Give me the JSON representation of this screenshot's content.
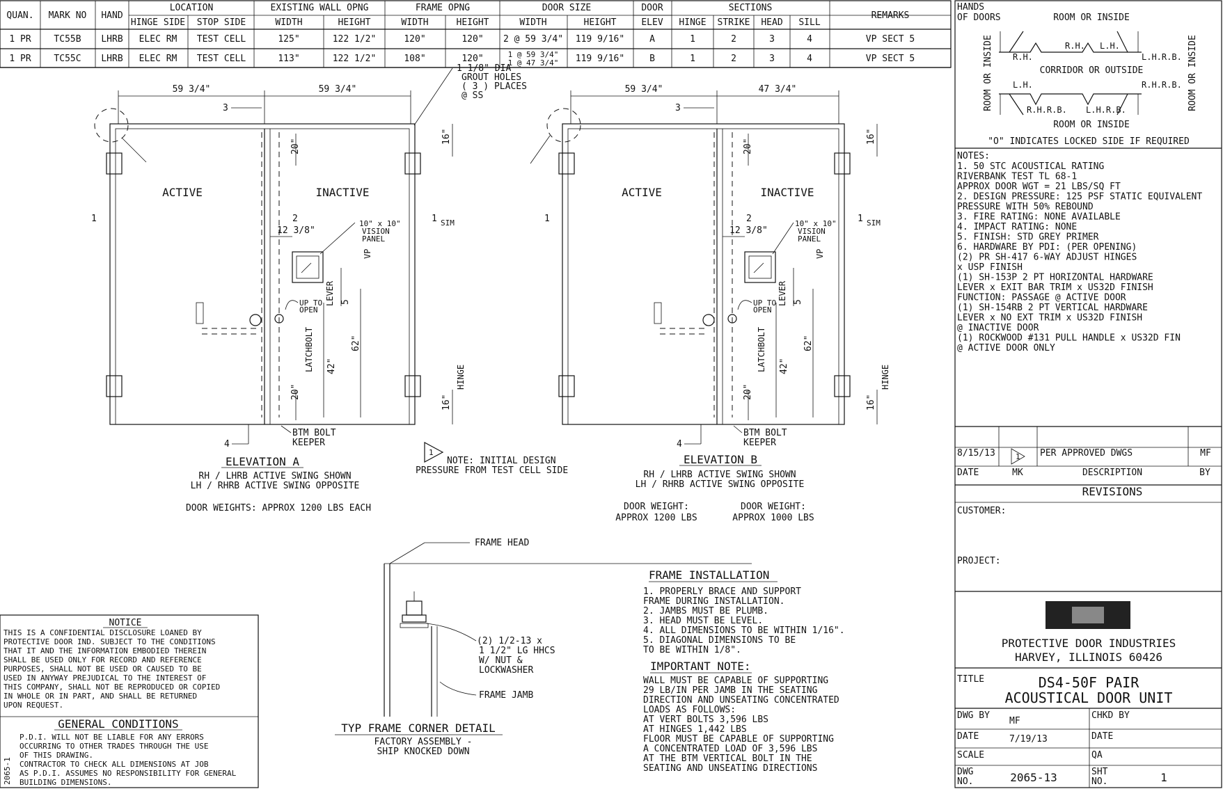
{
  "schedule": {
    "headers_top": [
      "QUAN.",
      "MARK NO",
      "HAND",
      "LOCATION",
      "EXISTING WALL OPNG",
      "FRAME OPNG",
      "DOOR SIZE",
      "DOOR",
      "SECTIONS",
      "REMARKS"
    ],
    "headers_sub": [
      "HINGE SIDE",
      "STOP SIDE",
      "WIDTH",
      "HEIGHT",
      "WIDTH",
      "HEIGHT",
      "WIDTH",
      "HEIGHT",
      "ELEV",
      "HINGE",
      "STRIKE",
      "HEAD",
      "SILL"
    ],
    "rows": [
      {
        "quan": "1 PR",
        "mark": "TC55B",
        "hand": "LHRB",
        "hinge_side": "ELEC RM",
        "stop_side": "TEST CELL",
        "wall_w": "125\"",
        "wall_h": "122 1/2\"",
        "frame_w": "120\"",
        "frame_h": "120\"",
        "door_w": "2 @ 59 3/4\"",
        "door_w2": "",
        "door_h": "119 9/16\"",
        "elev": "A",
        "hinge": "1",
        "strike": "2",
        "head": "3",
        "sill": "4",
        "remarks": "VP SECT 5"
      },
      {
        "quan": "1 PR",
        "mark": "TC55C",
        "hand": "LHRB",
        "hinge_side": "ELEC RM",
        "stop_side": "TEST CELL",
        "wall_w": "113\"",
        "wall_h": "122 1/2\"",
        "frame_w": "108\"",
        "frame_h": "120\"",
        "door_w": "1 @ 59 3/4\"",
        "door_w2": "1 @ 47 3/4\"",
        "door_h": "119 9/16\"",
        "elev": "B",
        "hinge": "1",
        "strike": "2",
        "head": "3",
        "sill": "4",
        "remarks": "VP SECT 5"
      }
    ]
  },
  "hands": {
    "title1": "HANDS",
    "title2": "OF DOORS",
    "top": "ROOM OR INSIDE",
    "bottom": "ROOM OR INSIDE",
    "side": "ROOM OR INSIDE",
    "corridor": "CORRIDOR OR OUTSIDE",
    "rh": "R.H.",
    "lh": "L.H.",
    "lhrb": "L.H.R.B.",
    "rhrb": "R.H.R.B.",
    "note": "\"O\" INDICATES LOCKED SIDE IF REQUIRED"
  },
  "notes": {
    "label": "NOTES:",
    "lines": [
      "1. 50 STC ACOUSTICAL RATING",
      "   RIVERBANK TEST TL 68-1",
      "   APPROX DOOR WGT = 21 LBS/SQ FT",
      "2. DESIGN PRESSURE: 125 PSF STATIC EQUIVALENT",
      "   PRESSURE WITH 50% REBOUND",
      "3. FIRE RATING: NONE AVAILABLE",
      "4. IMPACT RATING: NONE",
      "5. FINISH: STD GREY PRIMER",
      "6. HARDWARE BY PDI: (PER OPENING)",
      "  (2) PR SH-417 6-WAY ADJUST HINGES",
      "      x USP FINISH",
      "  (1) SH-153P  2 PT HORIZONTAL HARDWARE",
      "      LEVER x EXIT BAR TRIM x US32D FINISH",
      "      FUNCTION: PASSAGE @ ACTIVE DOOR",
      "  (1) SH-154RB  2 PT VERTICAL HARDWARE",
      "      LEVER x NO EXT TRIM x US32D FINISH",
      "      @ INACTIVE DOOR",
      "  (1) ROCKWOOD #131 PULL HANDLE x US32D FIN",
      "      @ ACTIVE DOOR ONLY"
    ]
  },
  "revisions": {
    "date": "8/15/13",
    "mk": "1",
    "desc": "PER APPROVED DWGS",
    "by": "MF",
    "h_date": "DATE",
    "h_mk": "MK",
    "h_desc": "DESCRIPTION",
    "h_by": "BY",
    "title": "REVISIONS"
  },
  "title_block": {
    "customer": "CUSTOMER:",
    "project": "PROJECT:",
    "company": "PROTECTIVE DOOR INDUSTRIES",
    "city": "HARVEY, ILLINOIS  60426",
    "title_label": "TITLE",
    "title1": "DS4-50F PAIR",
    "title2": "ACOUSTICAL DOOR UNIT",
    "dwg_by_label": "DWG BY",
    "dwg_by": "MF",
    "chkd_by_label": "CHKD BY",
    "date_label": "DATE",
    "date": "7/19/13",
    "date2_label": "DATE",
    "scale_label": "SCALE",
    "qa_label": "QA",
    "dwg_no_label1": "DWG",
    "dwg_no_label2": "NO.",
    "dwg_no": "2065-13",
    "sht_label1": "SHT",
    "sht_label2": "NO.",
    "sht": "1"
  },
  "elev_a": {
    "dim_left": "59 3/4\"",
    "dim_right": "59 3/4\"",
    "active": "ACTIVE",
    "inactive": "INACTIVE",
    "grout1": "1 1/8\" DIA",
    "grout2": "GROUT HOLES",
    "grout3": "( 3 ) PLACES",
    "grout4": "@ SS",
    "vision1": "10\" x 10\"",
    "vision2": "VISION",
    "vision3": "PANEL",
    "d1238": "12 3/8\"",
    "up1": "UP TO",
    "up2": "OPEN",
    "lever": "LEVER",
    "latch": "LATCHBOLT",
    "vp": "VP",
    "d20a": "20\"",
    "d20b": "20\"",
    "d16a": "16\"",
    "d16b": "16\"",
    "d42": "42\"",
    "d62": "62\"",
    "d5": "5",
    "hinge": "HINGE",
    "btm1": "BTM BOLT",
    "btm2": "KEEPER",
    "n1": "1",
    "n1s": "1",
    "sim": "SIM",
    "n2": "2",
    "n3": "3",
    "n4": "4",
    "title": "ELEVATION  A",
    "cap1": "RH / LHRB ACTIVE SWING SHOWN",
    "cap2": "LH / RHRB ACTIVE SWING OPPOSITE",
    "weights": "DOOR WEIGHTS: APPROX 1200 LBS EACH"
  },
  "elev_b": {
    "dim_left": "59 3/4\"",
    "dim_right": "47 3/4\"",
    "active": "ACTIVE",
    "inactive": "INACTIVE",
    "vision1": "10\" x 10\"",
    "vision2": "VISION",
    "vision3": "PANEL",
    "d1238": "12 3/8\"",
    "up1": "UP TO",
    "up2": "OPEN",
    "lever": "LEVER",
    "latch": "LATCHBOLT",
    "vp": "VP",
    "d20a": "20\"",
    "d20b": "20\"",
    "d16a": "16\"",
    "d16b": "16\"",
    "d42": "42\"",
    "d62": "62\"",
    "d5": "5",
    "hinge": "HINGE",
    "btm1": "BTM BOLT",
    "btm2": "KEEPER",
    "n1": "1",
    "n1s": "1",
    "sim": "SIM",
    "n2": "2",
    "n3": "3",
    "n4": "4",
    "title": "ELEVATION  B",
    "cap1": "RH / LHRB ACTIVE SWING SHOWN",
    "cap2": "LH / RHRB ACTIVE SWING OPPOSITE",
    "w1a": "DOOR WEIGHT:",
    "w1b": "APPROX 1200 LBS",
    "w2a": "DOOR WEIGHT:",
    "w2b": "APPROX 1000 LBS"
  },
  "design_note": {
    "mk": "1",
    "line1": "NOTE: INITIAL DESIGN",
    "line2": "PRESSURE FROM TEST CELL SIDE"
  },
  "corner_detail": {
    "frame_head": "FRAME HEAD",
    "bolt1": "(2) 1/2-13 x",
    "bolt2": "1 1/2\" LG HHCS",
    "bolt3": "W/ NUT &",
    "bolt4": "LOCKWASHER",
    "frame_jamb": "FRAME JAMB",
    "title": "TYP FRAME CORNER DETAIL",
    "sub1": "FACTORY ASSEMBLY -",
    "sub2": "SHIP KNOCKED DOWN"
  },
  "frame_install": {
    "title": "FRAME INSTALLATION",
    "lines": [
      "1. PROPERLY BRACE AND SUPPORT",
      "   FRAME DURING INSTALLATION.",
      "2. JAMBS MUST BE PLUMB.",
      "3. HEAD MUST BE LEVEL.",
      "4. ALL DIMENSIONS TO BE WITHIN 1/16\".",
      "5. DIAGONAL DIMENSIONS TO BE",
      "   TO BE WITHIN 1/8\"."
    ],
    "imp_title": "IMPORTANT NOTE:",
    "imp_lines": [
      "WALL MUST BE CAPABLE OF SUPPORTING",
      "29 LB/IN PER JAMB IN THE SEATING",
      "DIRECTION AND UNSEATING CONCENTRATED",
      "LOADS AS FOLLOWS:",
      "      AT VERT BOLTS 3,596 LBS",
      "      AT HINGES 1,442 LBS",
      "FLOOR MUST BE CAPABLE OF SUPPORTING",
      "A CONCENTRATED LOAD OF 3,596 LBS",
      "AT THE BTM VERTICAL BOLT IN THE",
      "SEATING AND UNSEATING DIRECTIONS"
    ]
  },
  "notice": {
    "title": "NOTICE",
    "lines": [
      "THIS IS A CONFIDENTIAL DISCLOSURE LOANED BY",
      "PROTECTIVE DOOR IND. SUBJECT TO THE CONDITIONS",
      "THAT IT AND THE INFORMATION EMBODIED THEREIN",
      "SHALL BE USED ONLY FOR RECORD AND REFERENCE",
      "PURPOSES, SHALL NOT BE USED OR CAUSED TO BE",
      "USED IN ANYWAY PREJUDICAL TO THE INTEREST OF",
      "THIS COMPANY, SHALL NOT BE REPRODUCED OR COPIED",
      "IN WHOLE OR IN PART, AND SHALL BE RETURNED",
      "UPON REQUEST."
    ],
    "gc_title": "GENERAL CONDITIONS",
    "gc_lines": [
      "P.D.I. WILL NOT BE LIABLE FOR ANY ERRORS",
      "OCCURRING TO OTHER TRADES THROUGH THE USE",
      "OF THIS DRAWING.",
      "CONTRACTOR TO CHECK ALL DIMENSIONS AT JOB",
      "AS P.D.I. ASSUMES NO RESPONSIBILITY FOR GENERAL",
      "BUILDING DIMENSIONS."
    ],
    "side_code": "2065-1"
  }
}
